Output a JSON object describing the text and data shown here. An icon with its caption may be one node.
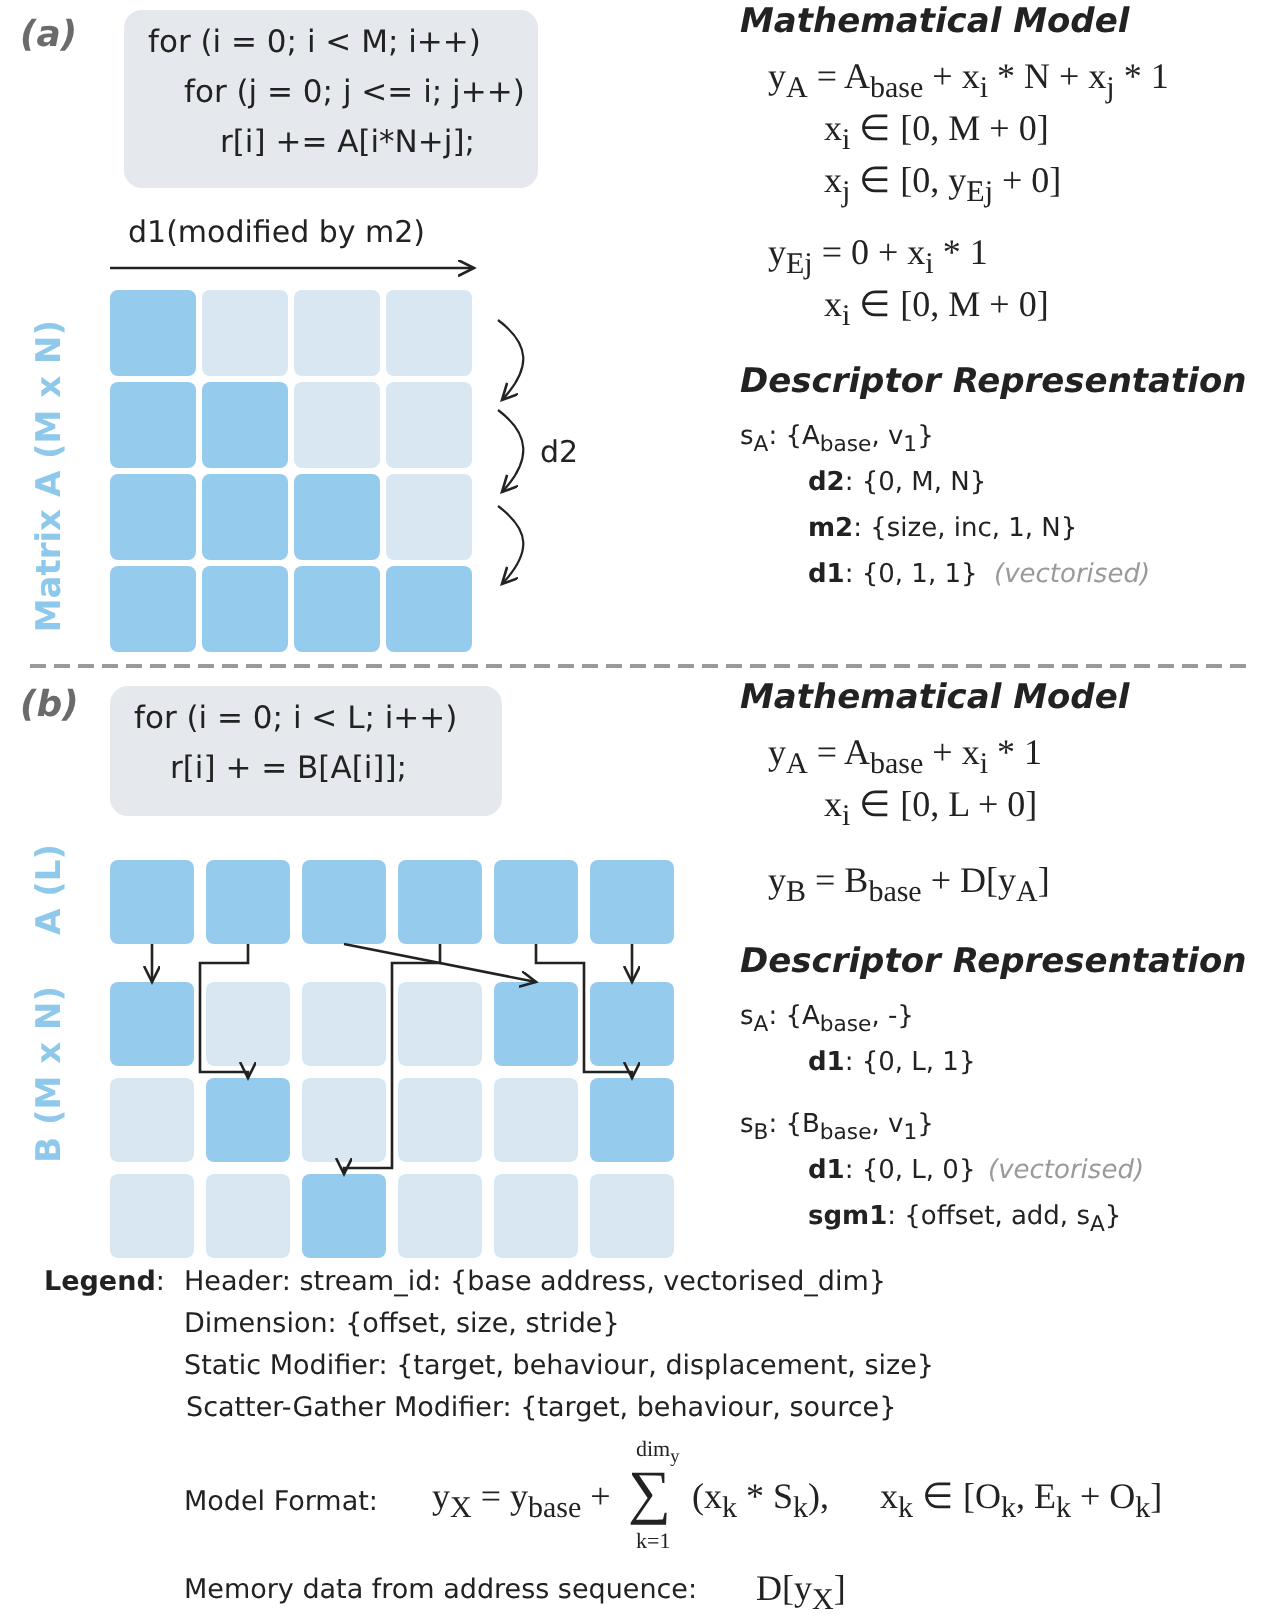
{
  "diagram": {
    "nodes": [
      {
        "text": [
          "for (i = 0; i < M; i++)",
          "for (j = 0; j <= i; j++)",
          "r[i] += A[i*N+j];"
        ]
      },
      {
        "text": [
          "for (i = 0; i < L; i++)",
          "r[i] + = B[A[i]];"
        ]
      },
      {
        "text": [],
        "shape": "box"
      },
      {
        "text": [],
        "shape": "box"
      },
      {
        "text": [],
        "shape": "box"
      },
      {
        "text": [],
        "shape": "box"
      },
      {
        "text": [],
        "shape": "box"
      },
      {
        "text": [],
        "shape": "box"
      },
      {
        "text": [],
        "shape": "box"
      },
      {
        "text": [],
        "shape": "box"
      },
      {
        "text": [],
        "shape": "box"
      },
      {
        "text": [],
        "shape": "box"
      },
      {
        "text": [],
        "shape": "box"
      },
      {
        "text": [],
        "shape": "box"
      },
      {
        "text": [],
        "shape": "box"
      },
      {
        "text": [],
        "shape": "box"
      },
      {
        "text": [],
        "shape": "box"
      },
      {
        "text": [],
        "shape": "box"
      },
      {
        "text": [],
        "shape": "box"
      },
      {
        "text": [],
        "shape": "box"
      },
      {
        "text": [],
        "shape": "box"
      },
      {
        "text": [],
        "shape": "box"
      },
      {
        "text": [],
        "shape": "box"
      },
      {
        "text": [],
        "shape": "box"
      },
      {
        "text": [],
        "shape": "box"
      },
      {
        "text": [],
        "shape": "box"
      }
    ],
    "edges": [
      {
        "from": 2,
        "to": 8,
        "arrow": "to"
      },
      {
        "from": 3,
        "to": 15,
        "arrow": "to"
      },
      {
        "from": 4,
        "to": 12,
        "arrow": "to"
      },
      {
        "from": 5,
        "to": 22,
        "arrow": "to"
      },
      {
        "from": 6,
        "to": 19,
        "arrow": "to"
      },
      {
        "from": 7,
        "to": 13,
        "arrow": "to"
      }
    ],
    "labels": [
      "(a)",
      "d1(modified by m2)",
      "Matrix A (M x N)",
      "d2",
      "Mathematical Model",
      "y$_{A}$ = A$_{base}$ + x$_{i}$ * N + x$_{j}$ * 1",
      "x$_{i}$ ∈ [0, M + 0]",
      "x$_{j}$ ∈ [0, y$_{Ej}$ + 0]",
      "y$_{Ej}$ = 0 + x$_{i}$ * 1",
      "x$_{i}$ ∈ [0, M + 0]",
      "Descriptor Representation",
      "s$_{A}$: {A$_{base}$, v$_{1}$}",
      "**d2**: {0, M, N}",
      "**m2**: {size, inc, 1, N}",
      "**d1**: {0, 1, 1}",
      "(vectorised)",
      "(b)",
      "A (L)",
      "B (M x N)",
      "Mathematical Model",
      "y$_{A}$ = A$_{base}$ + x$_{i}$ * 1",
      "x$_{i}$ ∈ [0, L + 0]",
      "y$_{B}$ = B$_{base}$ + D[y$_{A}$]",
      "Descriptor Representation",
      "s$_{A}$: {A$_{base}$, -}",
      "**d1**: {0, L, 1}",
      "s$_{B}$: {B$_{base}$, v$_{1}$}",
      "**d1**: {0, L, 0}",
      "(vectorised)",
      "**sgm1**: {offset, add, s$_{A}$}",
      "**Legend**:",
      "Header: stream_id: {base address, vectorised_dim}",
      "Dimension: {offset, size, stride}",
      "Static Modifier: {target, behaviour, displacement, size}",
      "Scatter-Gather Modifier: {target, behaviour, source}",
      "Model Format:",
      "y$_{X}$ = y$_{base}$ +",
      "dim$_{y}$",
      "∑",
      "k=1",
      "(x$_{k}$ * S$_{k}$),",
      "x$_{k}$ ∈ [O$_{k}$, E$_{k}$ + O$_{k}$]",
      "Memory data from address sequence:",
      "D[y$_{X}$]"
    ]
  }
}
